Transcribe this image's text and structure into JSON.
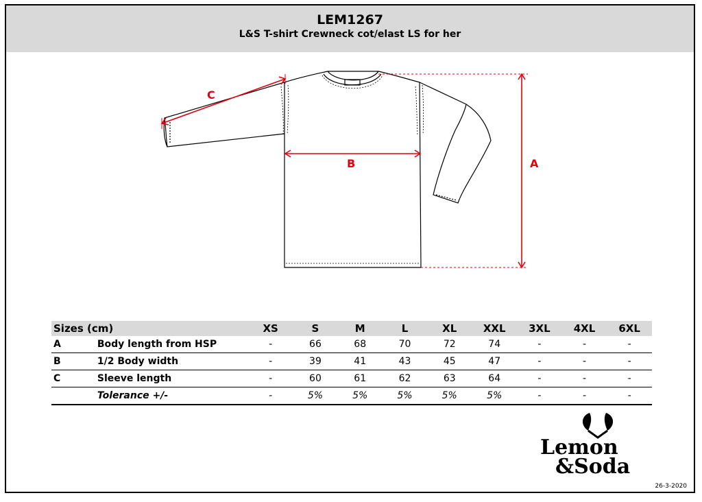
{
  "header": {
    "code": "LEM1267",
    "description": "L&S T-shirt Crewneck cot/elast LS for her"
  },
  "diagram": {
    "labels": {
      "a": "A",
      "b": "B",
      "c": "C"
    },
    "marker_color": "#e0000f"
  },
  "size_table": {
    "header": [
      "Sizes (cm)",
      "XS",
      "S",
      "M",
      "L",
      "XL",
      "XXL",
      "3XL",
      "4XL",
      "6XL"
    ],
    "rows": [
      {
        "letter": "A",
        "label": "Body length from HSP",
        "values": [
          "-",
          "66",
          "68",
          "70",
          "72",
          "74",
          "-",
          "-",
          "-"
        ]
      },
      {
        "letter": "B",
        "label": "1/2 Body width",
        "values": [
          "-",
          "39",
          "41",
          "43",
          "45",
          "47",
          "-",
          "-",
          "-"
        ]
      },
      {
        "letter": "C",
        "label": "Sleeve length",
        "values": [
          "-",
          "60",
          "61",
          "62",
          "63",
          "64",
          "-",
          "-",
          "-"
        ]
      },
      {
        "letter": "",
        "label": "Tolerance +/-",
        "values": [
          "-",
          "5%",
          "5%",
          "5%",
          "5%",
          "5%",
          "-",
          "-",
          "-"
        ]
      }
    ]
  },
  "brand": {
    "line1": "Lemon",
    "line2": "&Soda"
  },
  "date": "26-3-2020"
}
